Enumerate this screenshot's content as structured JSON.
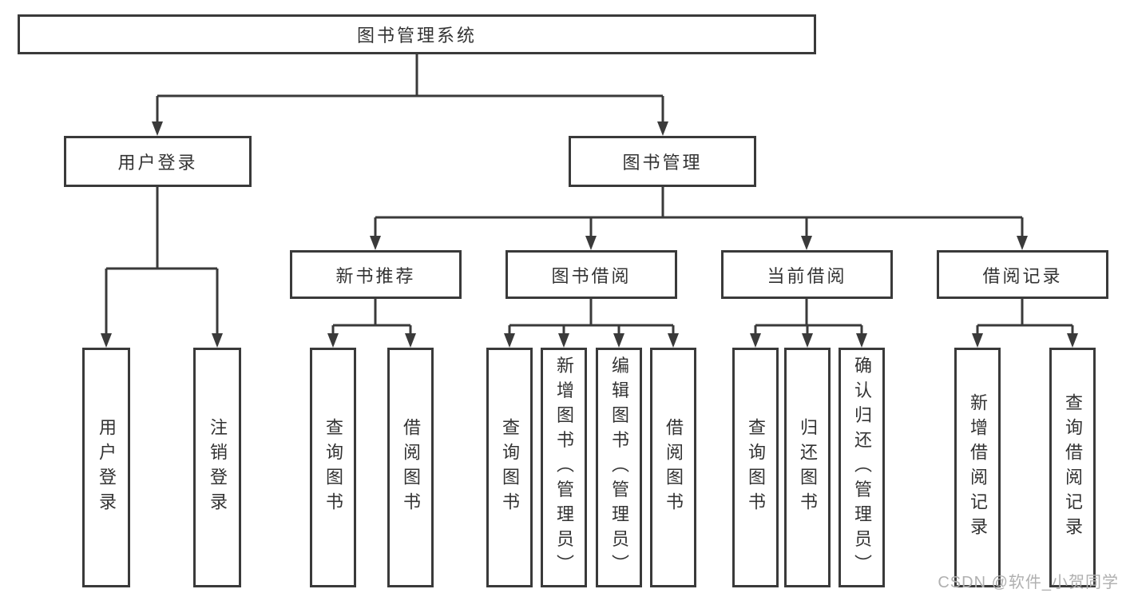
{
  "tree": {
    "root": {
      "label": "图书管理系统"
    },
    "branches": [
      {
        "label": "用户登录",
        "leaves": [
          "用户登录",
          "注销登录"
        ]
      },
      {
        "label": "图书管理",
        "sections": [
          {
            "label": "新书推荐",
            "leaves": [
              "查询图书",
              "借阅图书"
            ]
          },
          {
            "label": "图书借阅",
            "leaves": [
              "查询图书",
              "新增图书（管理员）",
              "编辑图书（管理员）",
              "借阅图书"
            ]
          },
          {
            "label": "当前借阅",
            "leaves": [
              "查询图书",
              "归还图书",
              "确认归还（管理员）"
            ]
          },
          {
            "label": "借阅记录",
            "leaves": [
              "新增借阅记录",
              "查询借阅记录"
            ]
          }
        ]
      }
    ]
  },
  "watermark": {
    "text": "CSDN @软件_小贺同学"
  },
  "colors": {
    "line": "#3a3a3a",
    "box_border": "#3a3a3a",
    "text": "#333333",
    "watermark": "#b0b0b0",
    "background": "#ffffff"
  }
}
